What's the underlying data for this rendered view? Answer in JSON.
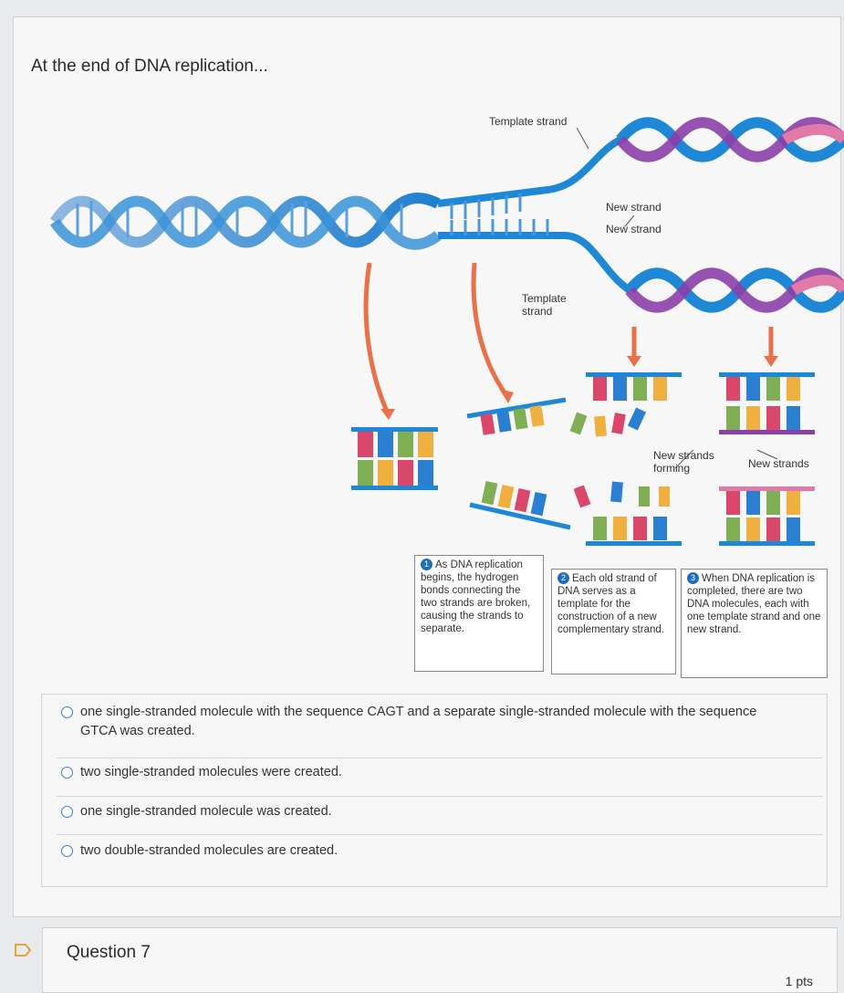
{
  "question": {
    "prompt": "At the end of DNA replication..."
  },
  "figure": {
    "labels": {
      "template_strand_top": "Template strand",
      "new_strand_1": "New strand",
      "new_strand_2": "New strand",
      "template_strand_bottom": "Template strand",
      "new_strands_forming": "New strands forming",
      "new_strands": "New strands"
    },
    "bases": {
      "top_row": [
        "C",
        "A",
        "G",
        "T"
      ],
      "bottom_row": [
        "G",
        "T",
        "C",
        "A"
      ]
    },
    "captions": [
      {
        "num": "1",
        "text": "As DNA replication begins, the hydrogen bonds connecting the two strands are broken, causing the strands to separate."
      },
      {
        "num": "2",
        "text": "Each old strand of DNA serves as a template for the construction of a new complementary strand."
      },
      {
        "num": "3",
        "text": "When DNA replication is completed, there are two DNA molecules, each with one template strand and one new strand."
      }
    ],
    "colors": {
      "template_blue": "#1e88d6",
      "new_purple": "#8b3fa8",
      "new_pink": "#e07aa8",
      "arrow": "#e8704a",
      "base_c": "#d9486b",
      "base_a": "#2b7fd0",
      "base_g": "#7fae54",
      "base_t": "#f0b040"
    }
  },
  "options": [
    {
      "label": "one single-stranded molecule with the sequence CAGT and a separate single-stranded molecule with the sequence GTCA was created."
    },
    {
      "label": "two single-stranded molecules were created."
    },
    {
      "label": "one single-stranded molecule was created."
    },
    {
      "label": "two double-stranded molecules are created."
    }
  ],
  "next_question": {
    "title": "Question 7",
    "points": "1 pts"
  }
}
